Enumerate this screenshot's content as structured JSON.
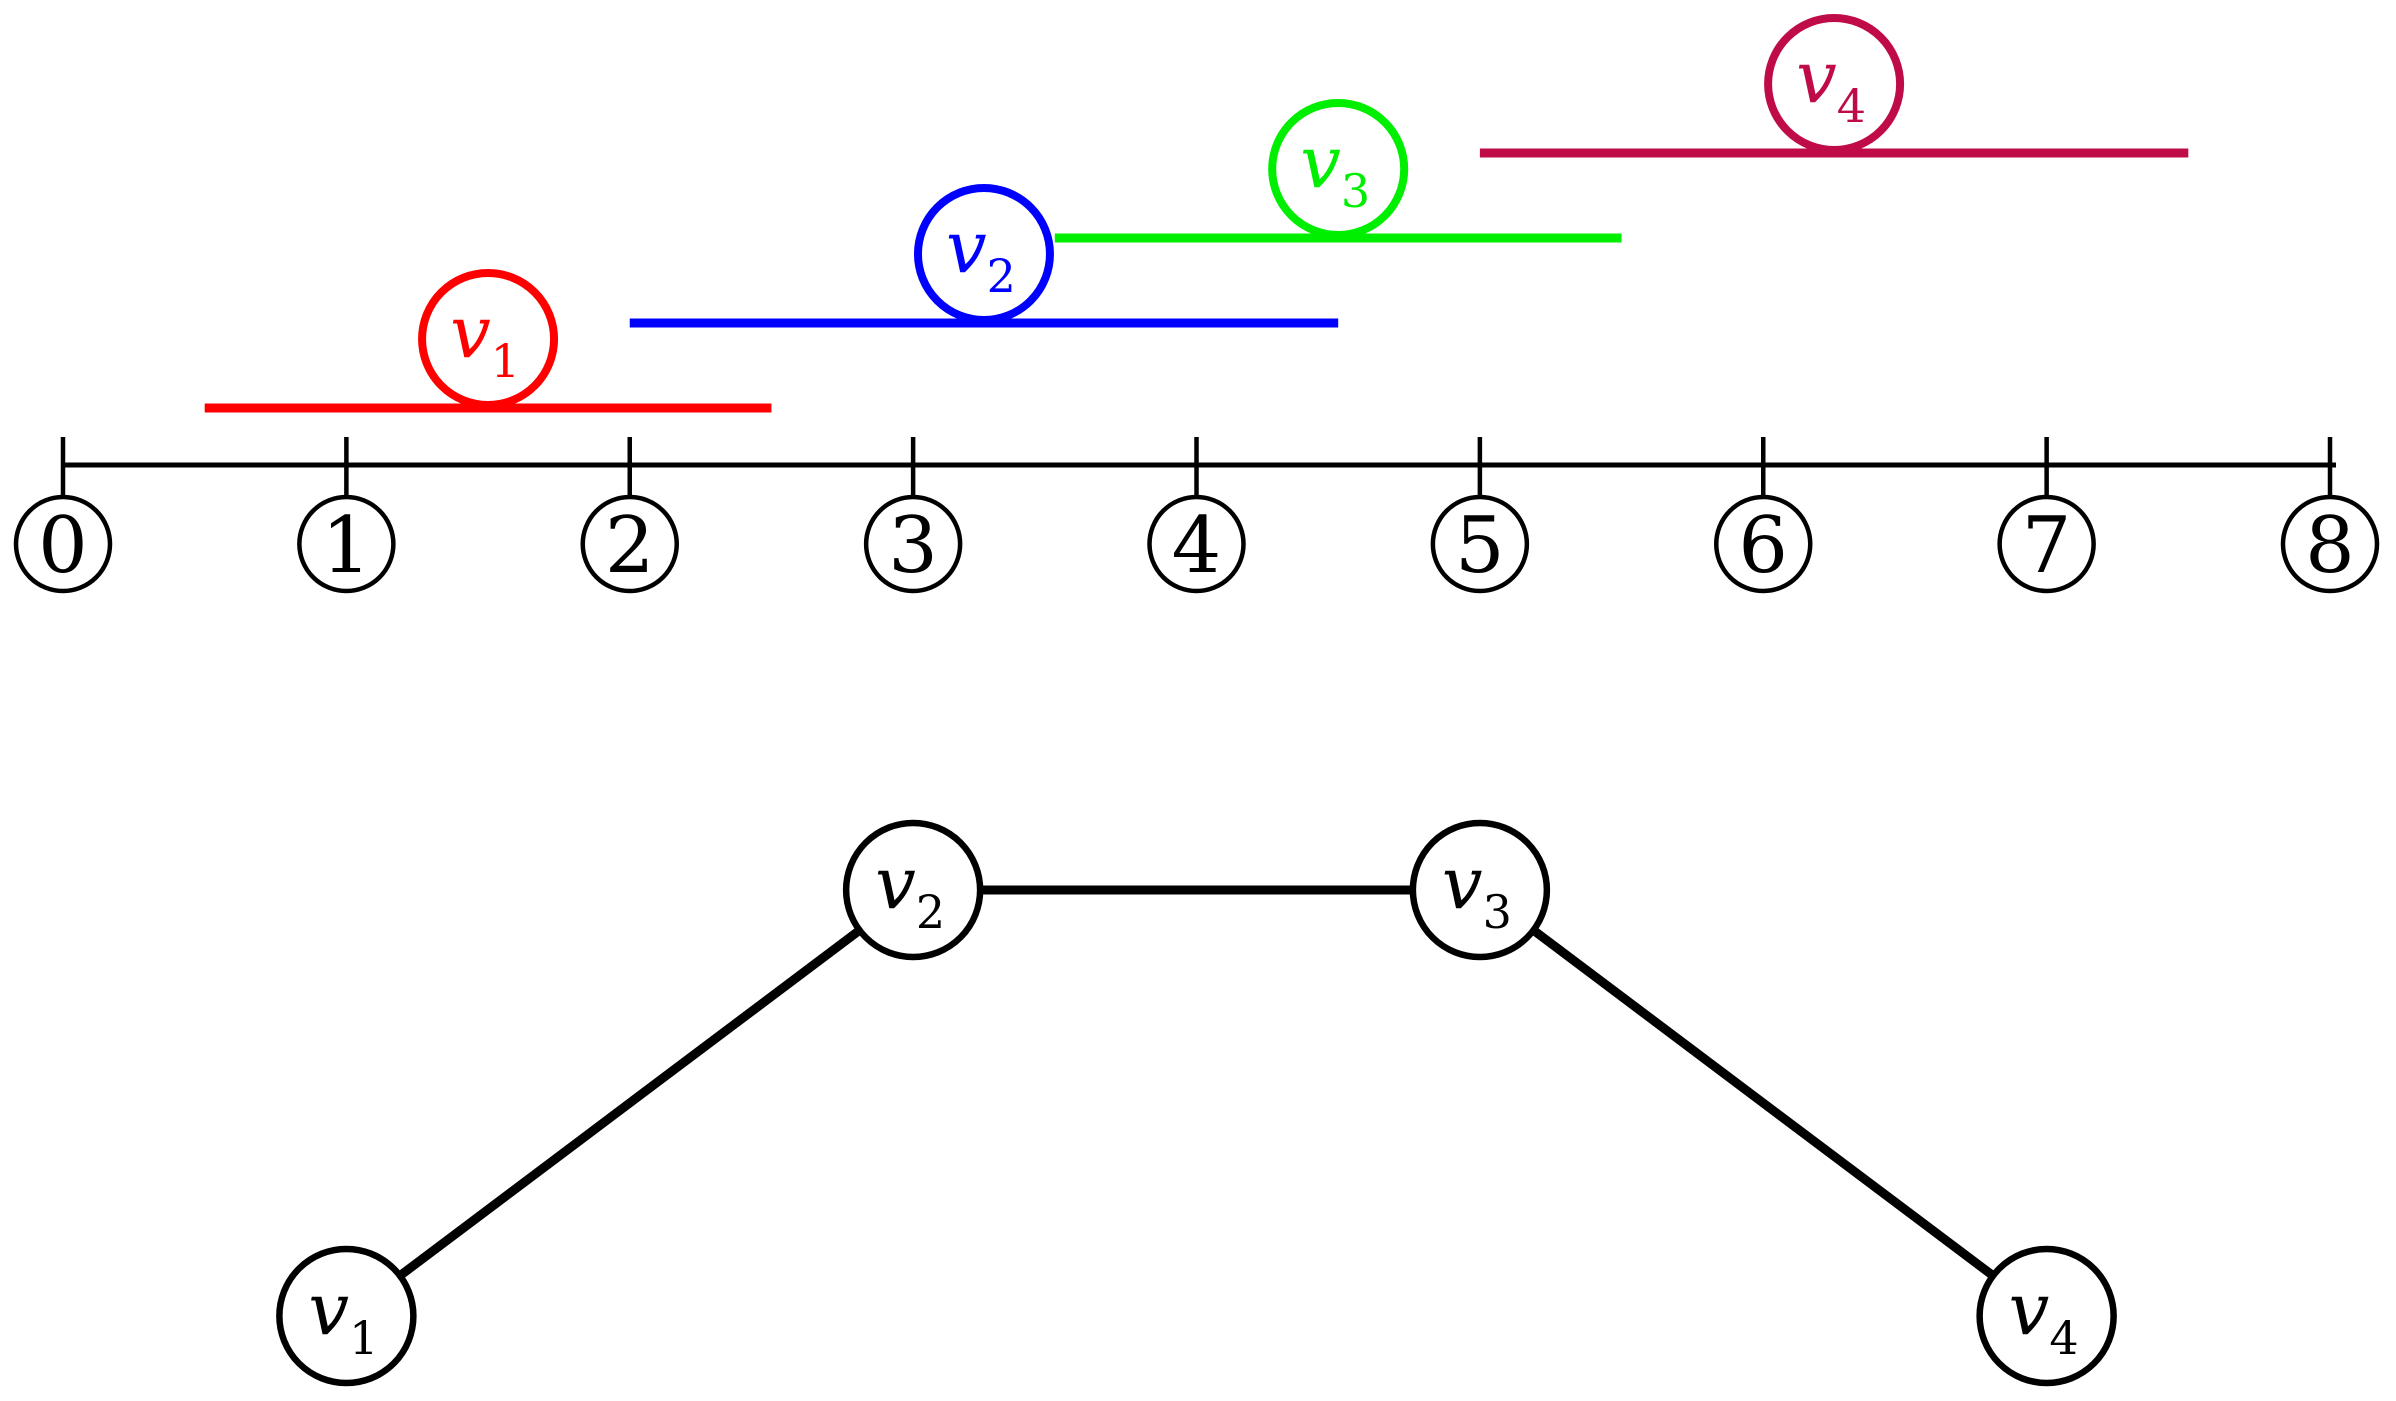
{
  "colors": {
    "axis": "#000000",
    "node_stroke": "#000000",
    "edge": "#000000",
    "background": "#ffffff",
    "interval_v1": "#ff0000",
    "interval_v2": "#0000ff",
    "interval_v3": "#00ee00",
    "interval_v4": "#c00b49"
  },
  "number_line": {
    "min": 0,
    "max": 8,
    "tick_labels": [
      "0",
      "1",
      "2",
      "3",
      "4",
      "5",
      "6",
      "7",
      "8"
    ]
  },
  "intervals": [
    {
      "id": "v1",
      "label_base": "v",
      "label_sub": "1",
      "start": 0.5,
      "end": 2.5,
      "color": "#ff0000"
    },
    {
      "id": "v2",
      "label_base": "v",
      "label_sub": "2",
      "start": 2.0,
      "end": 4.5,
      "color": "#0000ff"
    },
    {
      "id": "v3",
      "label_base": "v",
      "label_sub": "3",
      "start": 3.5,
      "end": 5.5,
      "color": "#00ee00"
    },
    {
      "id": "v4",
      "label_base": "v",
      "label_sub": "4",
      "start": 5.0,
      "end": 7.5,
      "color": "#c00b49"
    }
  ],
  "graph": {
    "nodes": [
      {
        "id": "v1",
        "label_base": "v",
        "label_sub": "1"
      },
      {
        "id": "v2",
        "label_base": "v",
        "label_sub": "2"
      },
      {
        "id": "v3",
        "label_base": "v",
        "label_sub": "3"
      },
      {
        "id": "v4",
        "label_base": "v",
        "label_sub": "4"
      }
    ],
    "edges": [
      [
        "v1",
        "v2"
      ],
      [
        "v2",
        "v3"
      ],
      [
        "v3",
        "v4"
      ]
    ]
  }
}
